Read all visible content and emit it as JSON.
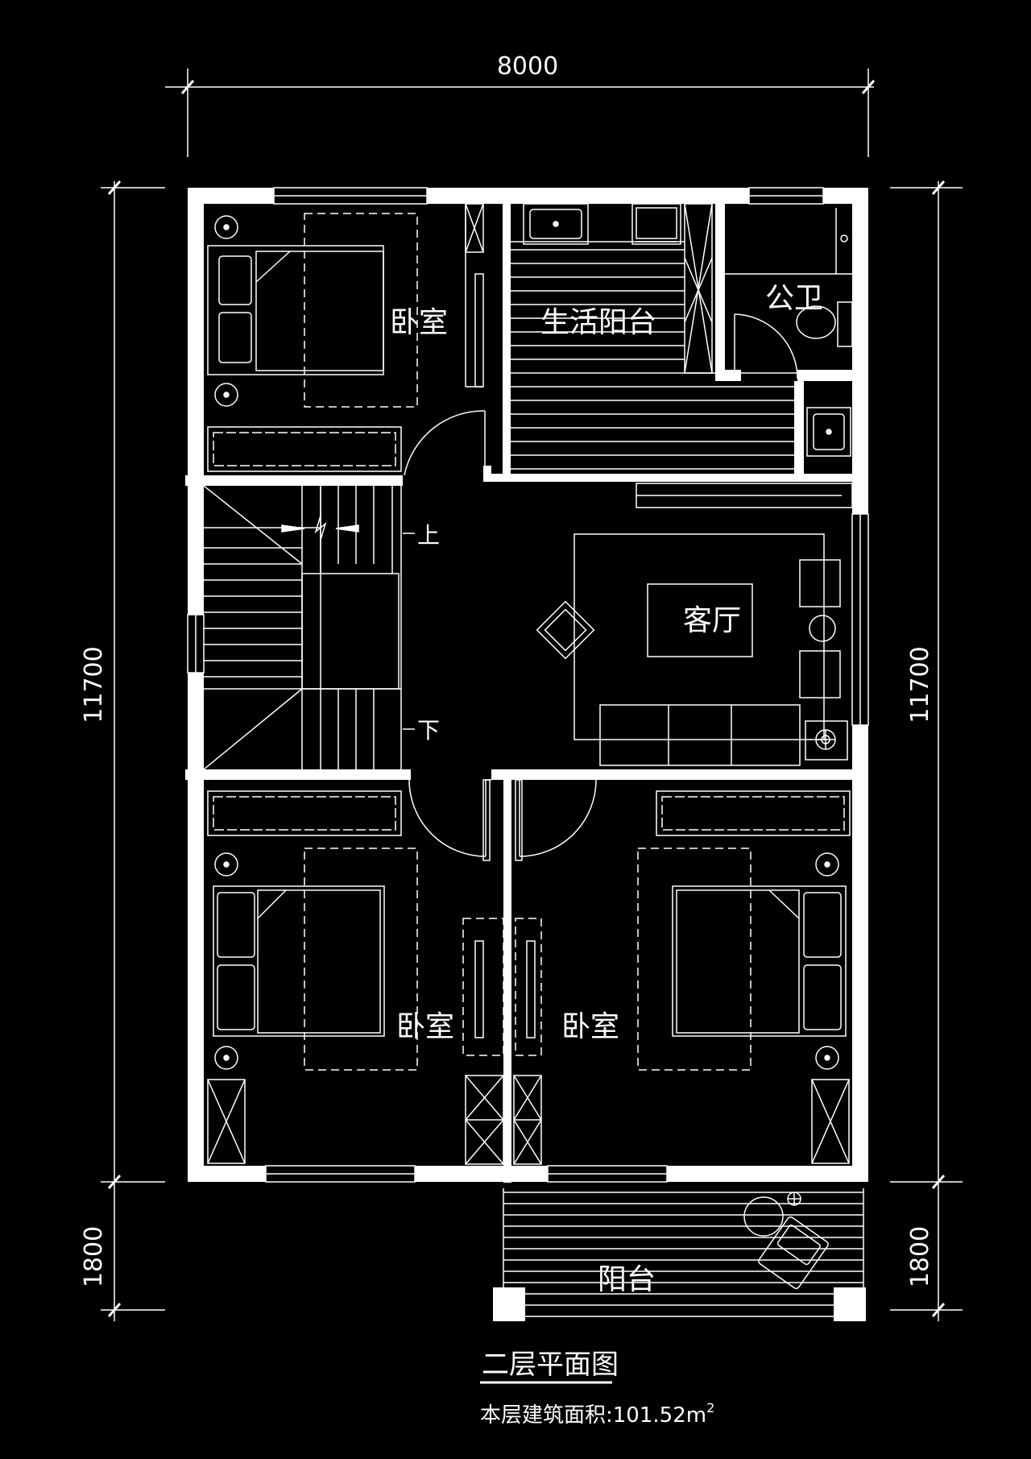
{
  "dimensions": {
    "top": "8000",
    "left_main": "11700",
    "right_main": "11700",
    "left_balcony": "1800",
    "right_balcony": "1800"
  },
  "rooms": {
    "bedroom_top_left": "卧室",
    "utility_balcony": "生活阳台",
    "public_bath": "公卫",
    "living_room": "客厅",
    "bedroom_bottom_left": "卧室",
    "bedroom_bottom_right": "卧室",
    "balcony": "阳台"
  },
  "stairs": {
    "up": "上",
    "down": "下"
  },
  "title": "二层平面图",
  "area": {
    "label": "本层建筑面积:101.52m",
    "unit_sup": "2"
  },
  "colors": {
    "background": "#000000",
    "line": "#ffffff"
  }
}
